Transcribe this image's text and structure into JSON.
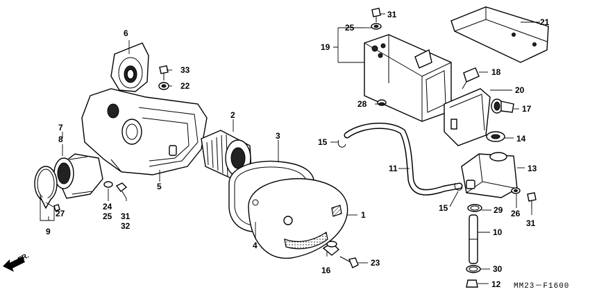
{
  "callouts": [
    {
      "text": "1"
    },
    {
      "text": "2"
    },
    {
      "text": "3"
    },
    {
      "text": "4"
    },
    {
      "text": "5"
    },
    {
      "text": "6"
    },
    {
      "text": "7"
    },
    {
      "text": "8"
    },
    {
      "text": "9"
    },
    {
      "text": "10"
    },
    {
      "text": "11"
    },
    {
      "text": "12"
    },
    {
      "text": "13"
    },
    {
      "text": "14"
    },
    {
      "text": "15"
    },
    {
      "text": "15"
    },
    {
      "text": "16"
    },
    {
      "text": "17"
    },
    {
      "text": "18"
    },
    {
      "text": "19"
    },
    {
      "text": "20"
    },
    {
      "text": "21"
    },
    {
      "text": "22"
    },
    {
      "text": "23"
    },
    {
      "text": "24"
    },
    {
      "text": "25"
    },
    {
      "text": "25"
    },
    {
      "text": "26"
    },
    {
      "text": "27"
    },
    {
      "text": "28"
    },
    {
      "text": "29"
    },
    {
      "text": "30"
    },
    {
      "text": "31"
    },
    {
      "text": "31"
    },
    {
      "text": "31"
    },
    {
      "text": "32"
    },
    {
      "text": "33"
    }
  ],
  "direction_label": "FR.",
  "figure_code": "MM23－F1600"
}
